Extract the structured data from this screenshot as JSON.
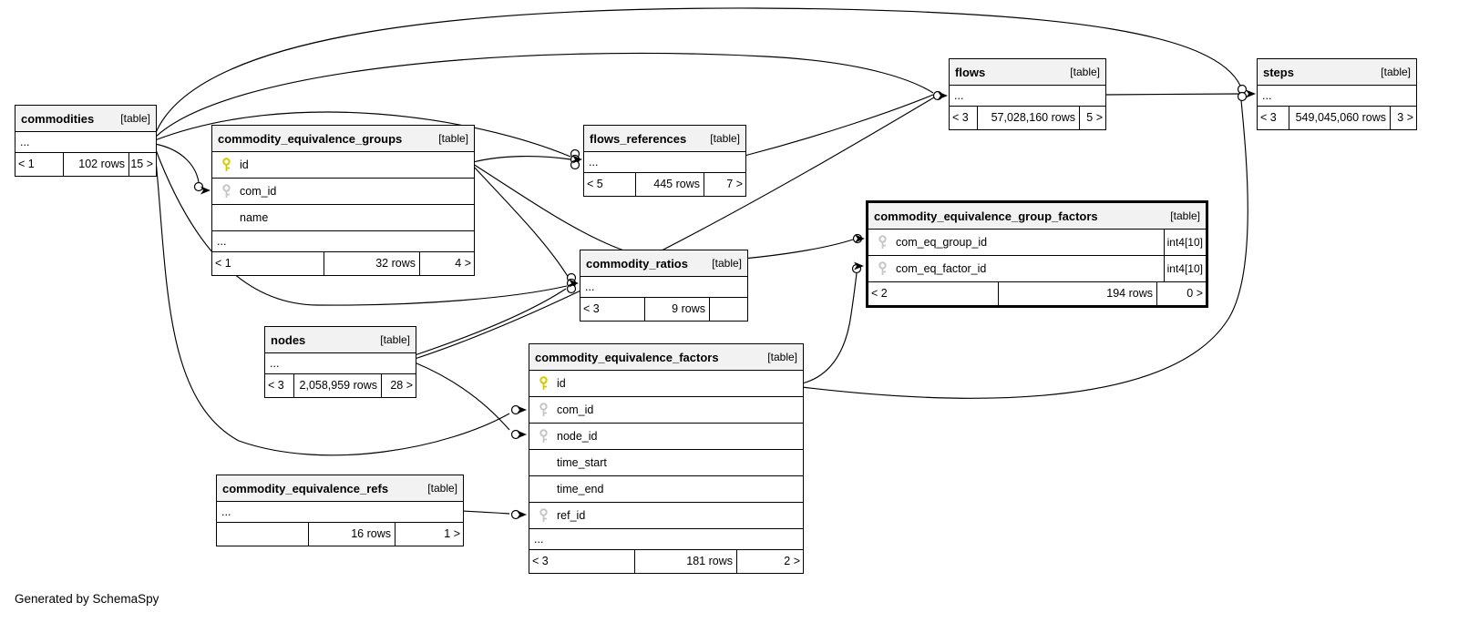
{
  "diagram": {
    "credit": "Generated by SchemaSpy",
    "colors": {
      "primary_key_icon": "#cccc00",
      "foreign_key_icon": "#c6c6c6",
      "header_background": "#f2f2f2",
      "border": "#000000"
    },
    "icons": {
      "primary_key": "key-icon-primary",
      "foreign_key": "key-icon-foreign"
    }
  },
  "tables": {
    "commodities": {
      "name": "commodities",
      "tag": "[table]",
      "ellipsis": "...",
      "footer": {
        "left": "< 1",
        "middle": "102 rows",
        "right": "15 >"
      }
    },
    "groups": {
      "name": "commodity_equivalence_groups",
      "tag": "[table]",
      "ellipsis": "...",
      "columns": [
        {
          "name": "id",
          "key": "primary"
        },
        {
          "name": "com_id",
          "key": "foreign"
        },
        {
          "name": "name",
          "key": "none"
        }
      ],
      "footer": {
        "left": "< 1",
        "middle": "32 rows",
        "right": "4 >"
      }
    },
    "flows_references": {
      "name": "flows_references",
      "tag": "[table]",
      "ellipsis": "...",
      "footer": {
        "left": "< 5",
        "middle": "445 rows",
        "right": "7 >"
      }
    },
    "flows": {
      "name": "flows",
      "tag": "[table]",
      "ellipsis": "...",
      "footer": {
        "left": "< 3",
        "middle": "57,028,160 rows",
        "right": "5 >"
      }
    },
    "steps": {
      "name": "steps",
      "tag": "[table]",
      "ellipsis": "...",
      "footer": {
        "left": "< 3",
        "middle": "549,045,060 rows",
        "right": "3 >"
      }
    },
    "group_factors": {
      "name": "commodity_equivalence_group_factors",
      "tag": "[table]",
      "columns": [
        {
          "name": "com_eq_group_id",
          "type": "int4[10]",
          "key": "foreign"
        },
        {
          "name": "com_eq_factor_id",
          "type": "int4[10]",
          "key": "foreign"
        }
      ],
      "footer": {
        "left": "< 2",
        "middle": "194 rows",
        "right": "0 >"
      }
    },
    "ratios": {
      "name": "commodity_ratios",
      "tag": "[table]",
      "ellipsis": "...",
      "footer": {
        "left": "< 3",
        "middle": "9 rows",
        "right": ""
      }
    },
    "nodes": {
      "name": "nodes",
      "tag": "[table]",
      "ellipsis": "...",
      "footer": {
        "left": "< 3",
        "middle": "2,058,959 rows",
        "right": "28 >"
      }
    },
    "factors": {
      "name": "commodity_equivalence_factors",
      "tag": "[table]",
      "ellipsis": "...",
      "columns": [
        {
          "name": "id",
          "key": "primary"
        },
        {
          "name": "com_id",
          "key": "foreign"
        },
        {
          "name": "node_id",
          "key": "foreign"
        },
        {
          "name": "time_start",
          "key": "none"
        },
        {
          "name": "time_end",
          "key": "none"
        },
        {
          "name": "ref_id",
          "key": "foreign"
        }
      ],
      "footer": {
        "left": "< 3",
        "middle": "181 rows",
        "right": "2 >"
      }
    },
    "refs": {
      "name": "commodity_equivalence_refs",
      "tag": "[table]",
      "ellipsis": "...",
      "footer": {
        "left": "",
        "middle": "16 rows",
        "right": "1 >"
      }
    }
  }
}
